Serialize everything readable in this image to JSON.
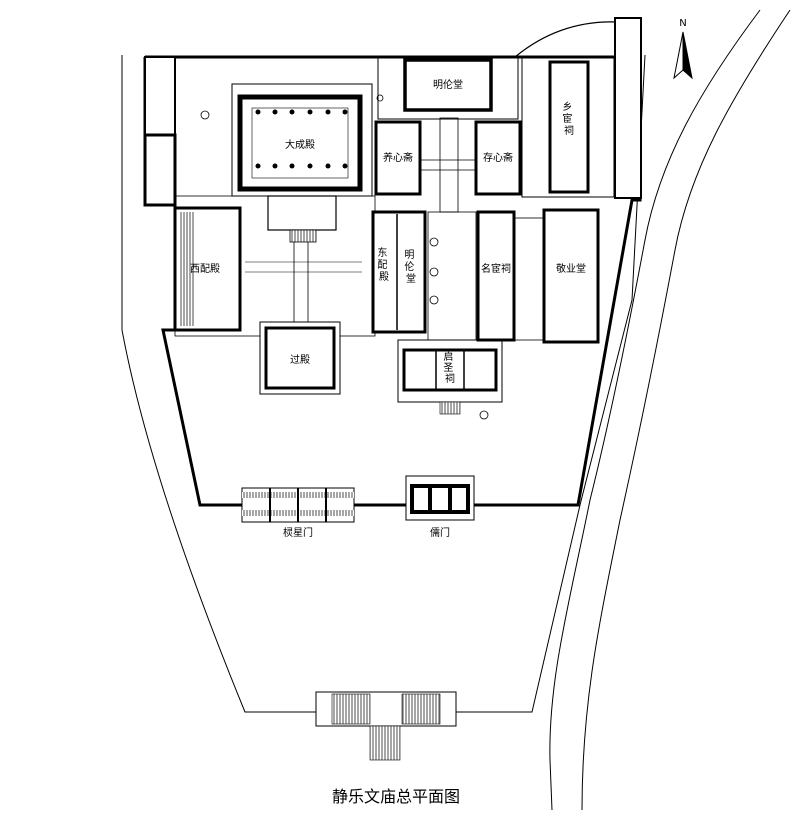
{
  "caption": "静乐文庙总平面图",
  "north_label": "N",
  "buildings": {
    "dacheng": "大成殿",
    "xipei": "西配殿",
    "dongpei": "东配殿",
    "guodian": "过殿",
    "minglun_top": "明伦堂",
    "minglun_side": "明伦堂",
    "yangxin": "养心斋",
    "cunxin": "存心斋",
    "xiangxian": "乡宦祠",
    "minghuan": "名宦祠",
    "jingye": "敬业堂",
    "qisheng": "启圣祠"
  },
  "gates": {
    "lingxing": "棂星门",
    "ru": "儒门"
  },
  "colors": {
    "line": "#000000",
    "fill": "#ffffff",
    "shade": "#bfbfbf"
  }
}
